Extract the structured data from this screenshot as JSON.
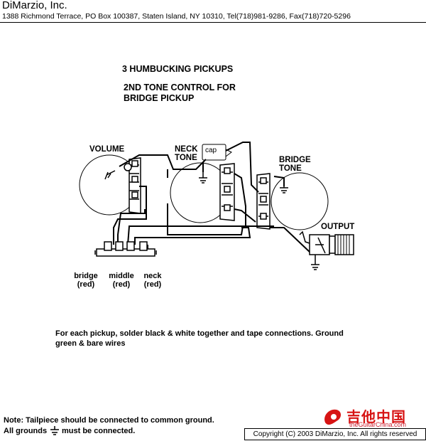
{
  "header": {
    "company": "DiMarzio, Inc.",
    "address": "1388 Richmond Terrace, PO Box 100387, Staten Island, NY 10310, Tel(718)981-9286, Fax(718)720-5296"
  },
  "title": {
    "line1": "3 HUMBUCKING PICKUPS",
    "line2": "2ND TONE CONTROL FOR",
    "line3": "BRIDGE PICKUP"
  },
  "labels": {
    "volume": "VOLUME",
    "neck_tone_1": "NECK",
    "neck_tone_2": "TONE",
    "cap": "cap",
    "bridge_tone_1": "BRIDGE",
    "bridge_tone_2": "TONE",
    "output": "OUTPUT"
  },
  "pickups": [
    {
      "name": "bridge",
      "wire": "(red)"
    },
    {
      "name": "middle",
      "wire": "(red)"
    },
    {
      "name": "neck",
      "wire": "(red)"
    }
  ],
  "notes": {
    "solder_1": "For each pickup, solder black & white together and tape connections.  Ground",
    "solder_2": "green & bare wires",
    "tailpiece": "Note: Tailpiece should be connected to common ground.",
    "grounds_pre": "All grounds",
    "grounds_post": "must be connected."
  },
  "watermark": {
    "chinese": "吉他中国",
    "url": "theGuitarChina.com"
  },
  "copyright": "Copyright (C) 2003 DiMarzio, Inc. All rights reserved",
  "icons": [
    "ground-icon",
    "capacitor-icon",
    "output-jack-icon",
    "switch-icon",
    "potentiometer-icon"
  ]
}
